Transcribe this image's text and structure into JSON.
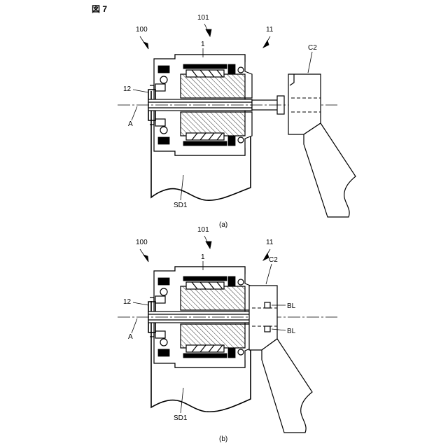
{
  "figure_title": "図 7",
  "labels": {
    "unit_100": "100",
    "unit_101": "101",
    "unit_11": "11",
    "part_1": "1",
    "part_12": "12",
    "axis_A": "A",
    "part_C2": "C2",
    "part_SD1": "SD1",
    "part_BL": "BL"
  },
  "captions": {
    "a": "(a)",
    "b": "(b)"
  }
}
